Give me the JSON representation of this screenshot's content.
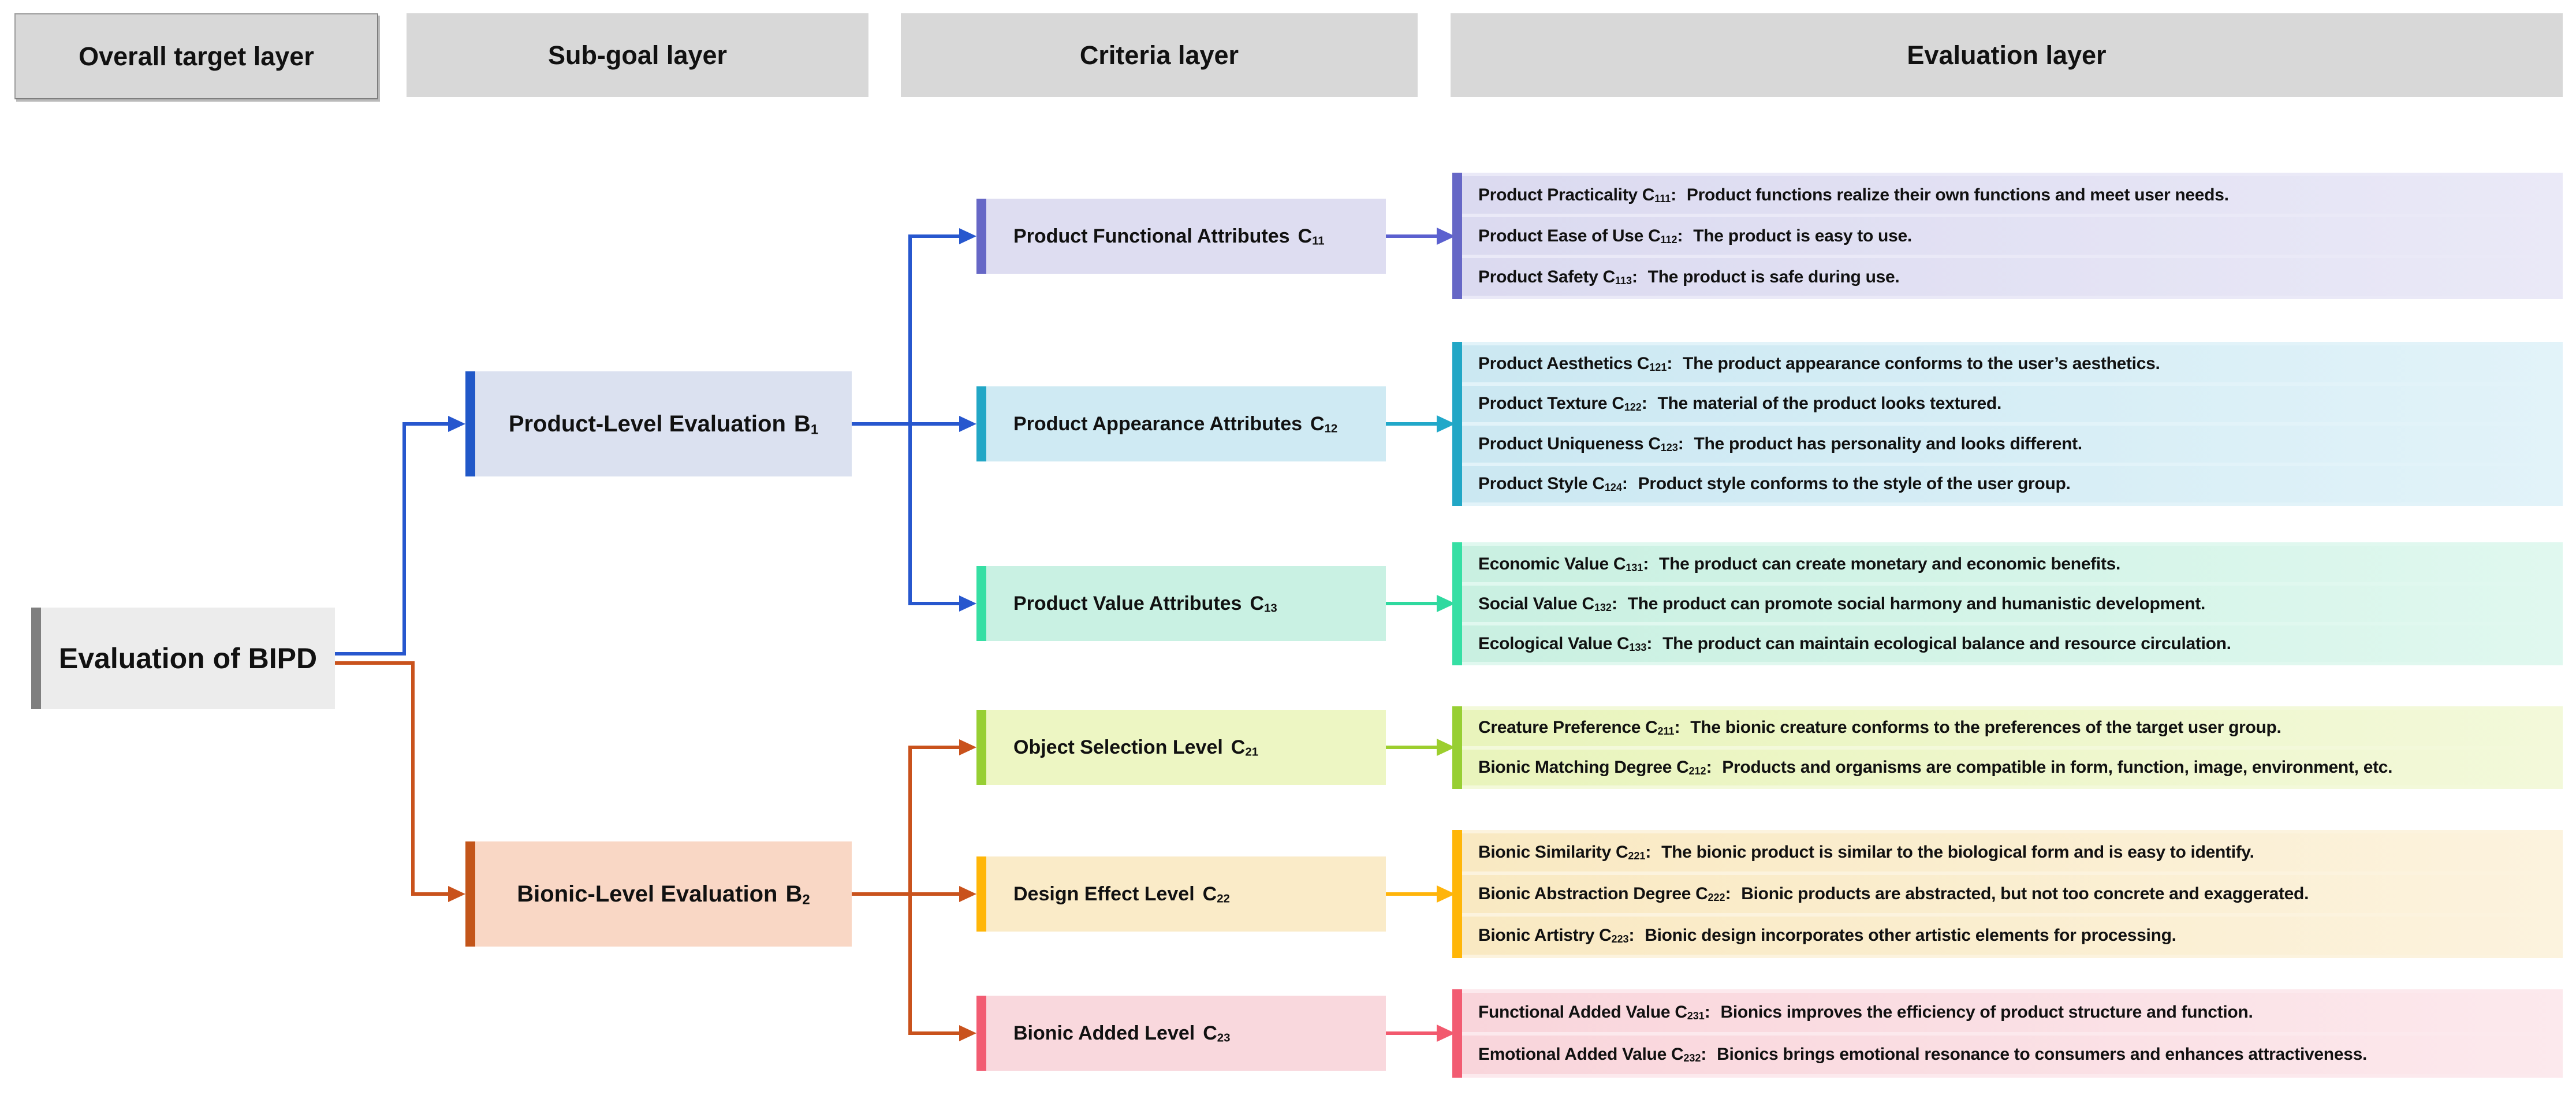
{
  "layers": {
    "headers": [
      "Overall target layer",
      "Sub-goal layer",
      "Criteria layer",
      "Evaluation layer"
    ]
  },
  "target": {
    "label": "Evaluation of BIPD"
  },
  "subgoals": [
    {
      "code": "B",
      "sub": "1",
      "label": "Product-Level Evaluation"
    },
    {
      "code": "B",
      "sub": "2",
      "label": "Bionic-Level Evaluation"
    }
  ],
  "criteria": [
    {
      "code": "C",
      "sub": "11",
      "label": "Product Functional Attributes",
      "colors": {
        "bar": "#6667C6",
        "fill": "#DEDDF1",
        "tint": "#DBDAF0",
        "light": "#EAE9F7",
        "line": "#5B60CF"
      },
      "items": [
        {
          "label": "Product Practicality",
          "sub": "111",
          "desc": "Product functions realize their own functions and meet user needs."
        },
        {
          "label": "Product Ease of Use",
          "sub": "112",
          "desc": "The product is easy to use."
        },
        {
          "label": "Product Safety",
          "sub": "113",
          "desc": "The product is safe during use."
        }
      ]
    },
    {
      "code": "C",
      "sub": "12",
      "label": "Product Appearance Attributes",
      "colors": {
        "bar": "#22A7C6",
        "fill": "#CFEAF3",
        "tint": "#CBE8F2",
        "light": "#E2F3F9",
        "line": "#21A8C9"
      },
      "items": [
        {
          "label": "Product Aesthetics",
          "sub": "121",
          "desc": "The product appearance conforms to the user’s aesthetics."
        },
        {
          "label": "Product Texture",
          "sub": "122",
          "desc": "The material of the product looks textured."
        },
        {
          "label": "Product Uniqueness",
          "sub": "123",
          "desc": "The product has personality and looks different."
        },
        {
          "label": "Product Style",
          "sub": "124",
          "desc": "Product style conforms to the style of the user group."
        }
      ]
    },
    {
      "code": "C",
      "sub": "13",
      "label": "Product Value Attributes",
      "colors": {
        "bar": "#36DFA4",
        "fill": "#C9F1E3",
        "tint": "#C9F0E1",
        "light": "#E0F8EF",
        "line": "#2FD99F"
      },
      "items": [
        {
          "label": "Economic Value",
          "sub": "131",
          "desc": "The product can create monetary and economic benefits."
        },
        {
          "label": "Social Value",
          "sub": "132",
          "desc": "The product can promote social harmony and humanistic development."
        },
        {
          "label": "Ecological Value",
          "sub": "133",
          "desc": "The product can maintain ecological balance and resource circulation."
        }
      ]
    },
    {
      "code": "C",
      "sub": "21",
      "label": "Object Selection Level",
      "colors": {
        "bar": "#97CF33",
        "fill": "#EDF6C3",
        "tint": "#E9F4BC",
        "light": "#F3F9DA",
        "line": "#9CCE2E"
      },
      "items": [
        {
          "label": "Creature Preference",
          "sub": "211",
          "desc": "The bionic creature conforms to the preferences of the target user group."
        },
        {
          "label": "Bionic Matching Degree",
          "sub": "212",
          "desc": "Products and organisms are compatible in form, function, image, environment, etc."
        }
      ]
    },
    {
      "code": "C",
      "sub": "22",
      "label": "Design Effect Level",
      "colors": {
        "bar": "#FFB608",
        "fill": "#FAEBC8",
        "tint": "#F9E9C2",
        "light": "#FCF3DE",
        "line": "#FFB40A"
      },
      "items": [
        {
          "label": "Bionic Similarity",
          "sub": "221",
          "desc": "The bionic product is similar to the biological form and is easy to identify."
        },
        {
          "label": "Bionic Abstraction Degree",
          "sub": "222",
          "desc": "Bionic products are abstracted, but not too concrete and exaggerated."
        },
        {
          "label": "Bionic Artistry",
          "sub": "223",
          "desc": "Bionic design incorporates other artistic elements for processing."
        }
      ]
    },
    {
      "code": "C",
      "sub": "23",
      "label": "Bionic Added Level",
      "colors": {
        "bar": "#F25C72",
        "fill": "#F9D8DD",
        "tint": "#F9D5DB",
        "light": "#FCE9ED",
        "line": "#F2596E"
      },
      "items": [
        {
          "label": "Functional Added Value",
          "sub": "231",
          "desc": "Bionics improves the efficiency of product structure and function."
        },
        {
          "label": "Emotional Added Value",
          "sub": "232",
          "desc": "Bionics brings emotional resonance to consumers and enhances attractiveness."
        }
      ]
    }
  ],
  "colors": {
    "header_fill": "#D8D8D8",
    "target_bar": "#7F7F7F",
    "target_fill": "#ECECEC",
    "product_bar": "#2158C8",
    "product_fill": "#DBE1F0",
    "product_line": "#2757CE",
    "bionic_bar": "#C3551A",
    "bionic_fill": "#F9D7C5",
    "bionic_line": "#C9521C"
  }
}
